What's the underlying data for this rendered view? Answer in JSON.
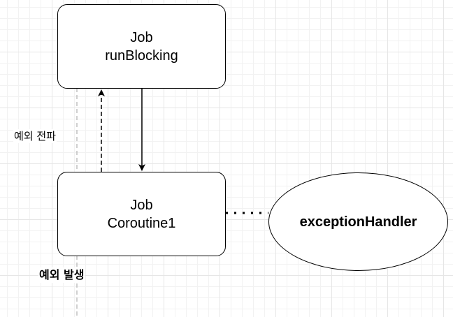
{
  "diagram": {
    "nodes": {
      "runblocking": {
        "line1": "Job",
        "line2": "runBlocking"
      },
      "coroutine1": {
        "line1": "Job",
        "line2": "Coroutine1"
      },
      "handler": {
        "label": "exceptionHandler"
      }
    },
    "edges": [
      {
        "from": "runblocking",
        "to": "coroutine1",
        "style": "solid",
        "arrow": "end"
      },
      {
        "from": "coroutine1",
        "to": "runblocking",
        "style": "dashed",
        "arrow": "end",
        "label": "예외 전파"
      },
      {
        "from": "coroutine1",
        "to": "handler",
        "style": "dotted",
        "arrow": "none"
      }
    ],
    "annotations": {
      "propagation": "예외 전파",
      "occurrence": "예외 발생"
    },
    "colors": {
      "stroke": "#000000",
      "guide": "#c0c0c0",
      "background": "#ffffff",
      "grid": "#e6e6e6"
    }
  }
}
